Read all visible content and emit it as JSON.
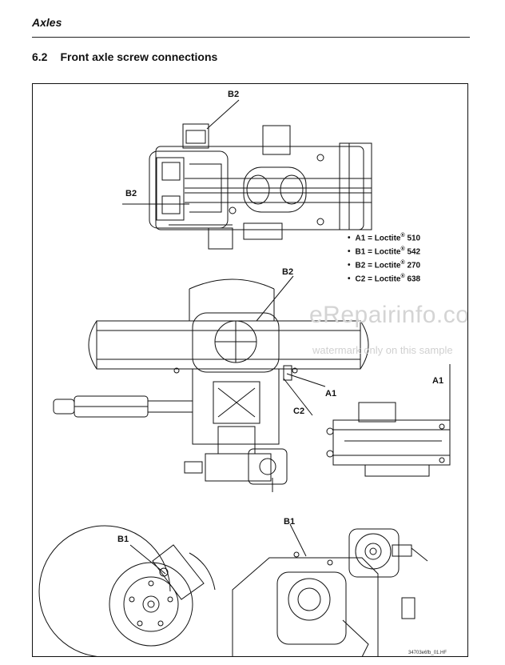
{
  "header": {
    "chapter": "Axles"
  },
  "section": {
    "number": "6.2",
    "title": "Front axle screw connections"
  },
  "callouts": {
    "b2_top": "B2",
    "b2_left": "B2",
    "b2_center": "B2",
    "a1_center": "A1",
    "c2_center": "C2",
    "a1_right": "A1",
    "b1_left": "B1",
    "b1_center": "B1"
  },
  "legend": {
    "items": [
      {
        "label": "A1 = Loctite",
        "reg": "®",
        "code": "510"
      },
      {
        "label": "B1 = Loctite",
        "reg": "®",
        "code": "542"
      },
      {
        "label": "B2 = Loctite",
        "reg": "®",
        "code": "270"
      },
      {
        "label": "C2 = Loctite",
        "reg": "®",
        "code": "638"
      }
    ]
  },
  "watermark": {
    "main": "eRepairinfo.com",
    "sub": "watermark only on this sample"
  },
  "figure": {
    "ref": "34703e6fb_01.HF"
  }
}
